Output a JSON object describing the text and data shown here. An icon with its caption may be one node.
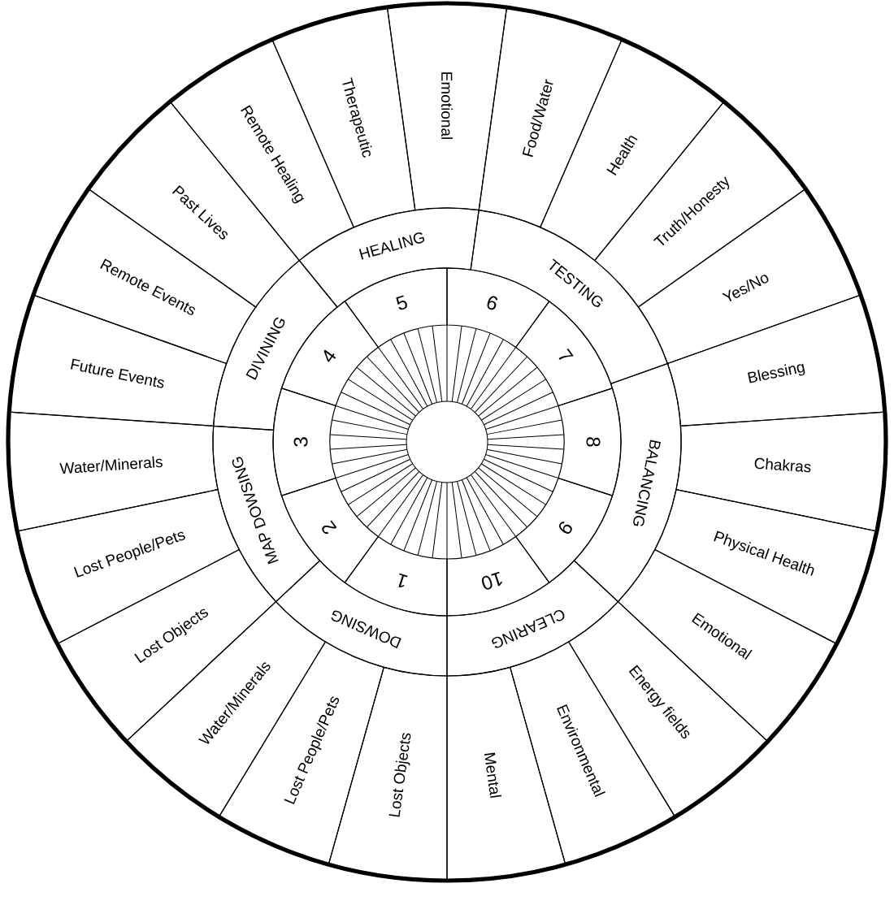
{
  "diagram": {
    "nodes": [
      {
        "text": [
          "HEALING"
        ]
      },
      {
        "text": [
          "TESTING"
        ]
      },
      {
        "text": [
          "BALANCING"
        ]
      },
      {
        "text": [
          "CLEARING"
        ]
      },
      {
        "text": [
          "DOWSING"
        ]
      },
      {
        "text": [
          "MAP DOWSING"
        ]
      },
      {
        "text": [
          "DIVINING"
        ]
      },
      {
        "text": [
          "1"
        ]
      },
      {
        "text": [
          "2"
        ]
      },
      {
        "text": [
          "3"
        ]
      },
      {
        "text": [
          "4"
        ]
      },
      {
        "text": [
          "5"
        ]
      },
      {
        "text": [
          "6"
        ]
      },
      {
        "text": [
          "7"
        ]
      },
      {
        "text": [
          "8"
        ]
      },
      {
        "text": [
          "9"
        ]
      },
      {
        "text": [
          "10"
        ]
      },
      {
        "text": [
          "Emotional"
        ]
      },
      {
        "text": [
          "Food/Water"
        ]
      },
      {
        "text": [
          "Health"
        ]
      },
      {
        "text": [
          "Truth/Honesty"
        ]
      },
      {
        "text": [
          "Yes/No"
        ]
      },
      {
        "text": [
          "Blessing"
        ]
      },
      {
        "text": [
          "Chakras"
        ]
      },
      {
        "text": [
          "Physical Health"
        ]
      },
      {
        "text": [
          "Emotional"
        ]
      },
      {
        "text": [
          "Energy fields"
        ]
      },
      {
        "text": [
          "Environmental"
        ]
      },
      {
        "text": [
          "Mental"
        ]
      },
      {
        "text": [
          "Lost Objects"
        ]
      },
      {
        "text": [
          "Lost People/Pets"
        ]
      },
      {
        "text": [
          "Water/Minerals"
        ]
      },
      {
        "text": [
          "Lost Objects"
        ]
      },
      {
        "text": [
          "Lost People/Pets"
        ]
      },
      {
        "text": [
          "Water/Minerals"
        ]
      },
      {
        "text": [
          "Future Events"
        ]
      },
      {
        "text": [
          "Remote Events"
        ]
      },
      {
        "text": [
          "Past Lives"
        ]
      },
      {
        "text": [
          "Remote Healing"
        ]
      },
      {
        "text": [
          "Therapeutic"
        ]
      }
    ]
  }
}
